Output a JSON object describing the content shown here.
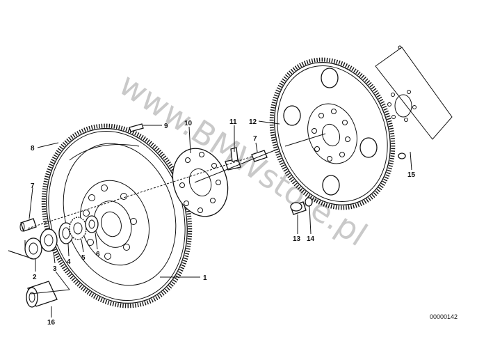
{
  "watermark": "www.BMWstore.pl",
  "document_number": "00000142",
  "callouts": [
    {
      "id": "c1",
      "label": "1"
    },
    {
      "id": "c2",
      "label": "2"
    },
    {
      "id": "c3",
      "label": "3"
    },
    {
      "id": "c4",
      "label": "4"
    },
    {
      "id": "c5",
      "label": "5"
    },
    {
      "id": "c6",
      "label": "6"
    },
    {
      "id": "c7a",
      "label": "7"
    },
    {
      "id": "c7b",
      "label": "7"
    },
    {
      "id": "c8",
      "label": "8"
    },
    {
      "id": "c9",
      "label": "9"
    },
    {
      "id": "c10",
      "label": "10"
    },
    {
      "id": "c11",
      "label": "11"
    },
    {
      "id": "c12",
      "label": "12"
    },
    {
      "id": "c13",
      "label": "13"
    },
    {
      "id": "c14",
      "label": "14"
    },
    {
      "id": "c15",
      "label": "15"
    },
    {
      "id": "c16",
      "label": "16"
    }
  ]
}
